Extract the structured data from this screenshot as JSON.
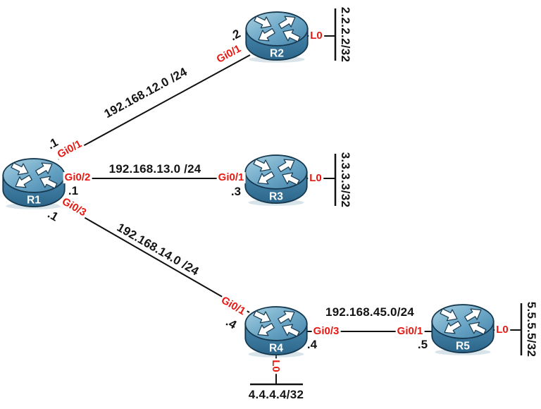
{
  "routers": [
    {
      "name": "R1"
    },
    {
      "name": "R2"
    },
    {
      "name": "R3"
    },
    {
      "name": "R4"
    },
    {
      "name": "R5"
    }
  ],
  "links": {
    "r1r2": {
      "subnet": "192.168.12.0 /24",
      "a_if": "Gi0/1",
      "a_ip": ".1",
      "b_if": "Gi0/1",
      "b_ip": ".2"
    },
    "r1r3": {
      "subnet": "192.168.13.0 /24",
      "a_if": "Gi0/2",
      "a_ip": ".1",
      "b_if": "Gi0/1",
      "b_ip": ".3"
    },
    "r1r4": {
      "subnet": "192.168.14.0 /24",
      "a_if": "Gi0/3",
      "a_ip": ".1",
      "b_if": "Gi0/1",
      "b_ip": ".4"
    },
    "r4r5": {
      "subnet": "192.168.45.0/24",
      "a_if": "Gi0/3",
      "a_ip": ".4",
      "b_if": "Gi0/1",
      "b_ip": ".5"
    }
  },
  "loopbacks": {
    "r2": {
      "if": "L0",
      "ip": "2.2.2.2/32"
    },
    "r3": {
      "if": "L0",
      "ip": "3.3.3.3/32"
    },
    "r4": {
      "if": "L0",
      "ip": "4.4.4.4/32"
    },
    "r5": {
      "if": "L0",
      "ip": "5.5.5.5/32"
    }
  },
  "colors": {
    "interface_label": "#e61912",
    "text": "#141414",
    "line": "#111111",
    "router_top": "#6fa7c7",
    "router_body": "#3a7ea6"
  }
}
